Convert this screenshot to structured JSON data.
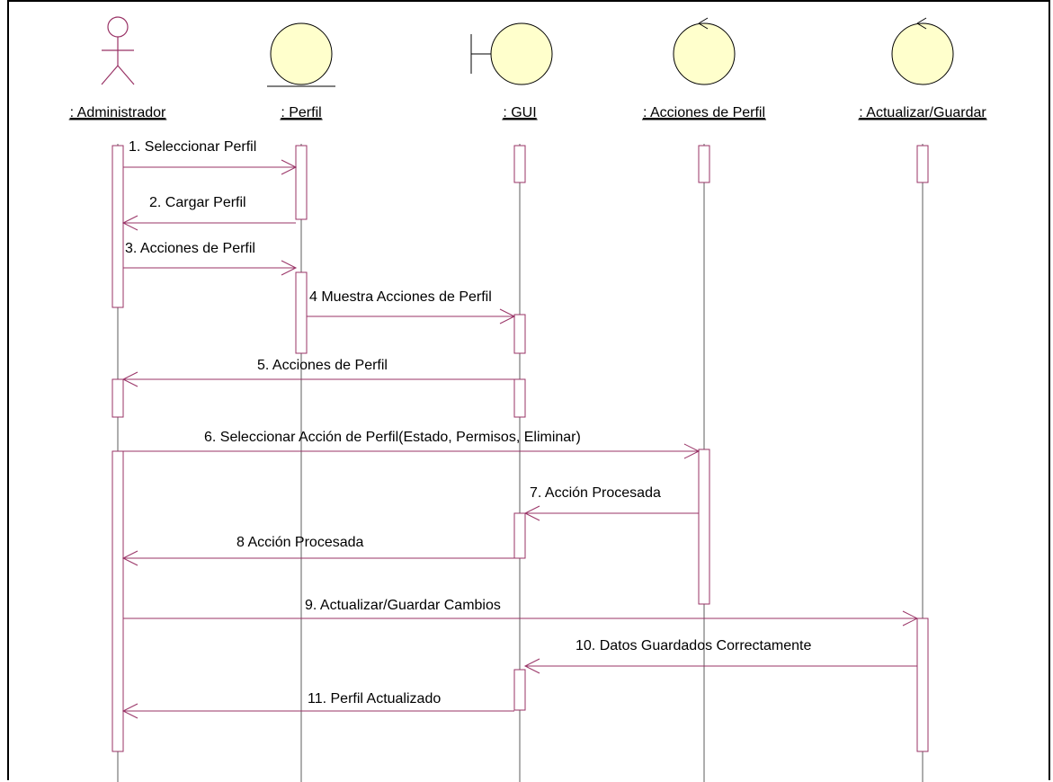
{
  "participants": [
    {
      "id": "admin",
      "name": ": Administrador",
      "kind": "actor"
    },
    {
      "id": "perfil",
      "name": ": Perfil",
      "kind": "entity"
    },
    {
      "id": "gui",
      "name": ": GUI",
      "kind": "boundary"
    },
    {
      "id": "acciones",
      "name": ": Acciones de Perfil",
      "kind": "control"
    },
    {
      "id": "actualizar",
      "name": ": Actualizar/Guardar",
      "kind": "control"
    }
  ],
  "messages": [
    {
      "label": "1. Seleccionar Perfil",
      "from": "admin",
      "to": "perfil"
    },
    {
      "label": "2. Cargar Perfil",
      "from": "perfil",
      "to": "admin"
    },
    {
      "label": "3. Acciones de Perfil",
      "from": "admin",
      "to": "perfil"
    },
    {
      "label": "4 Muestra Acciones de Perfil",
      "from": "perfil",
      "to": "gui"
    },
    {
      "label": "5. Acciones de Perfil",
      "from": "gui",
      "to": "admin"
    },
    {
      "label": "6. Seleccionar Acción de Perfil(Estado, Permisos, Eliminar)",
      "from": "admin",
      "to": "acciones"
    },
    {
      "label": "7. Acción Procesada",
      "from": "acciones",
      "to": "gui"
    },
    {
      "label": "8 Acción Procesada",
      "from": "gui",
      "to": "admin"
    },
    {
      "label": "9. Actualizar/Guardar Cambios",
      "from": "admin",
      "to": "actualizar"
    },
    {
      "label": "10. Datos Guardados Correctamente",
      "from": "actualizar",
      "to": "gui"
    },
    {
      "label": "11. Perfil Actualizado",
      "from": "gui",
      "to": "admin"
    }
  ],
  "colors": {
    "line": "#993366",
    "fill": "#ffffcc",
    "stroke": "#000000"
  }
}
